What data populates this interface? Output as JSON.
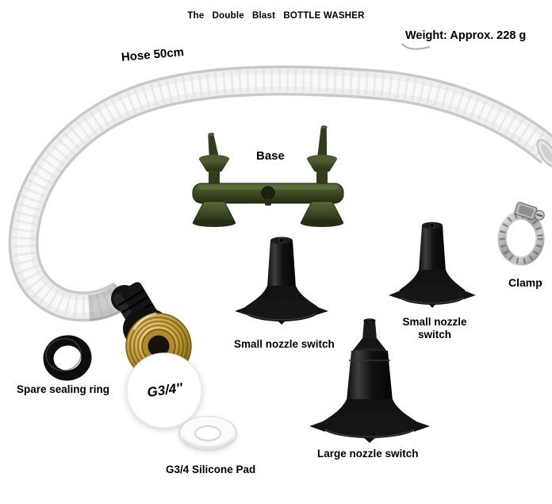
{
  "header": {
    "title": "The   Double   Blast   BOTTLE WASHER",
    "weight_note": "Weight: Approx. 228 g"
  },
  "part_labels": {
    "hose": "Hose 50cm",
    "base": "Base",
    "clamp": "Clamp",
    "small_nozzle_left": "Small nozzle switch",
    "small_nozzle_right": "Small nozzle switch",
    "large_nozzle": "Large nozzle switch",
    "spare_sealing_ring": "Spare sealing ring",
    "thread_size": "G3/4″",
    "silicone_pad": "G3/4 Silicone Pad"
  },
  "colors": {
    "base-green": "#3a4722",
    "brass-gold": "#d2ab44",
    "nozzle-black": "#161616",
    "hose-white": "#efefef",
    "clamp-metal": "#9d9d9d"
  }
}
